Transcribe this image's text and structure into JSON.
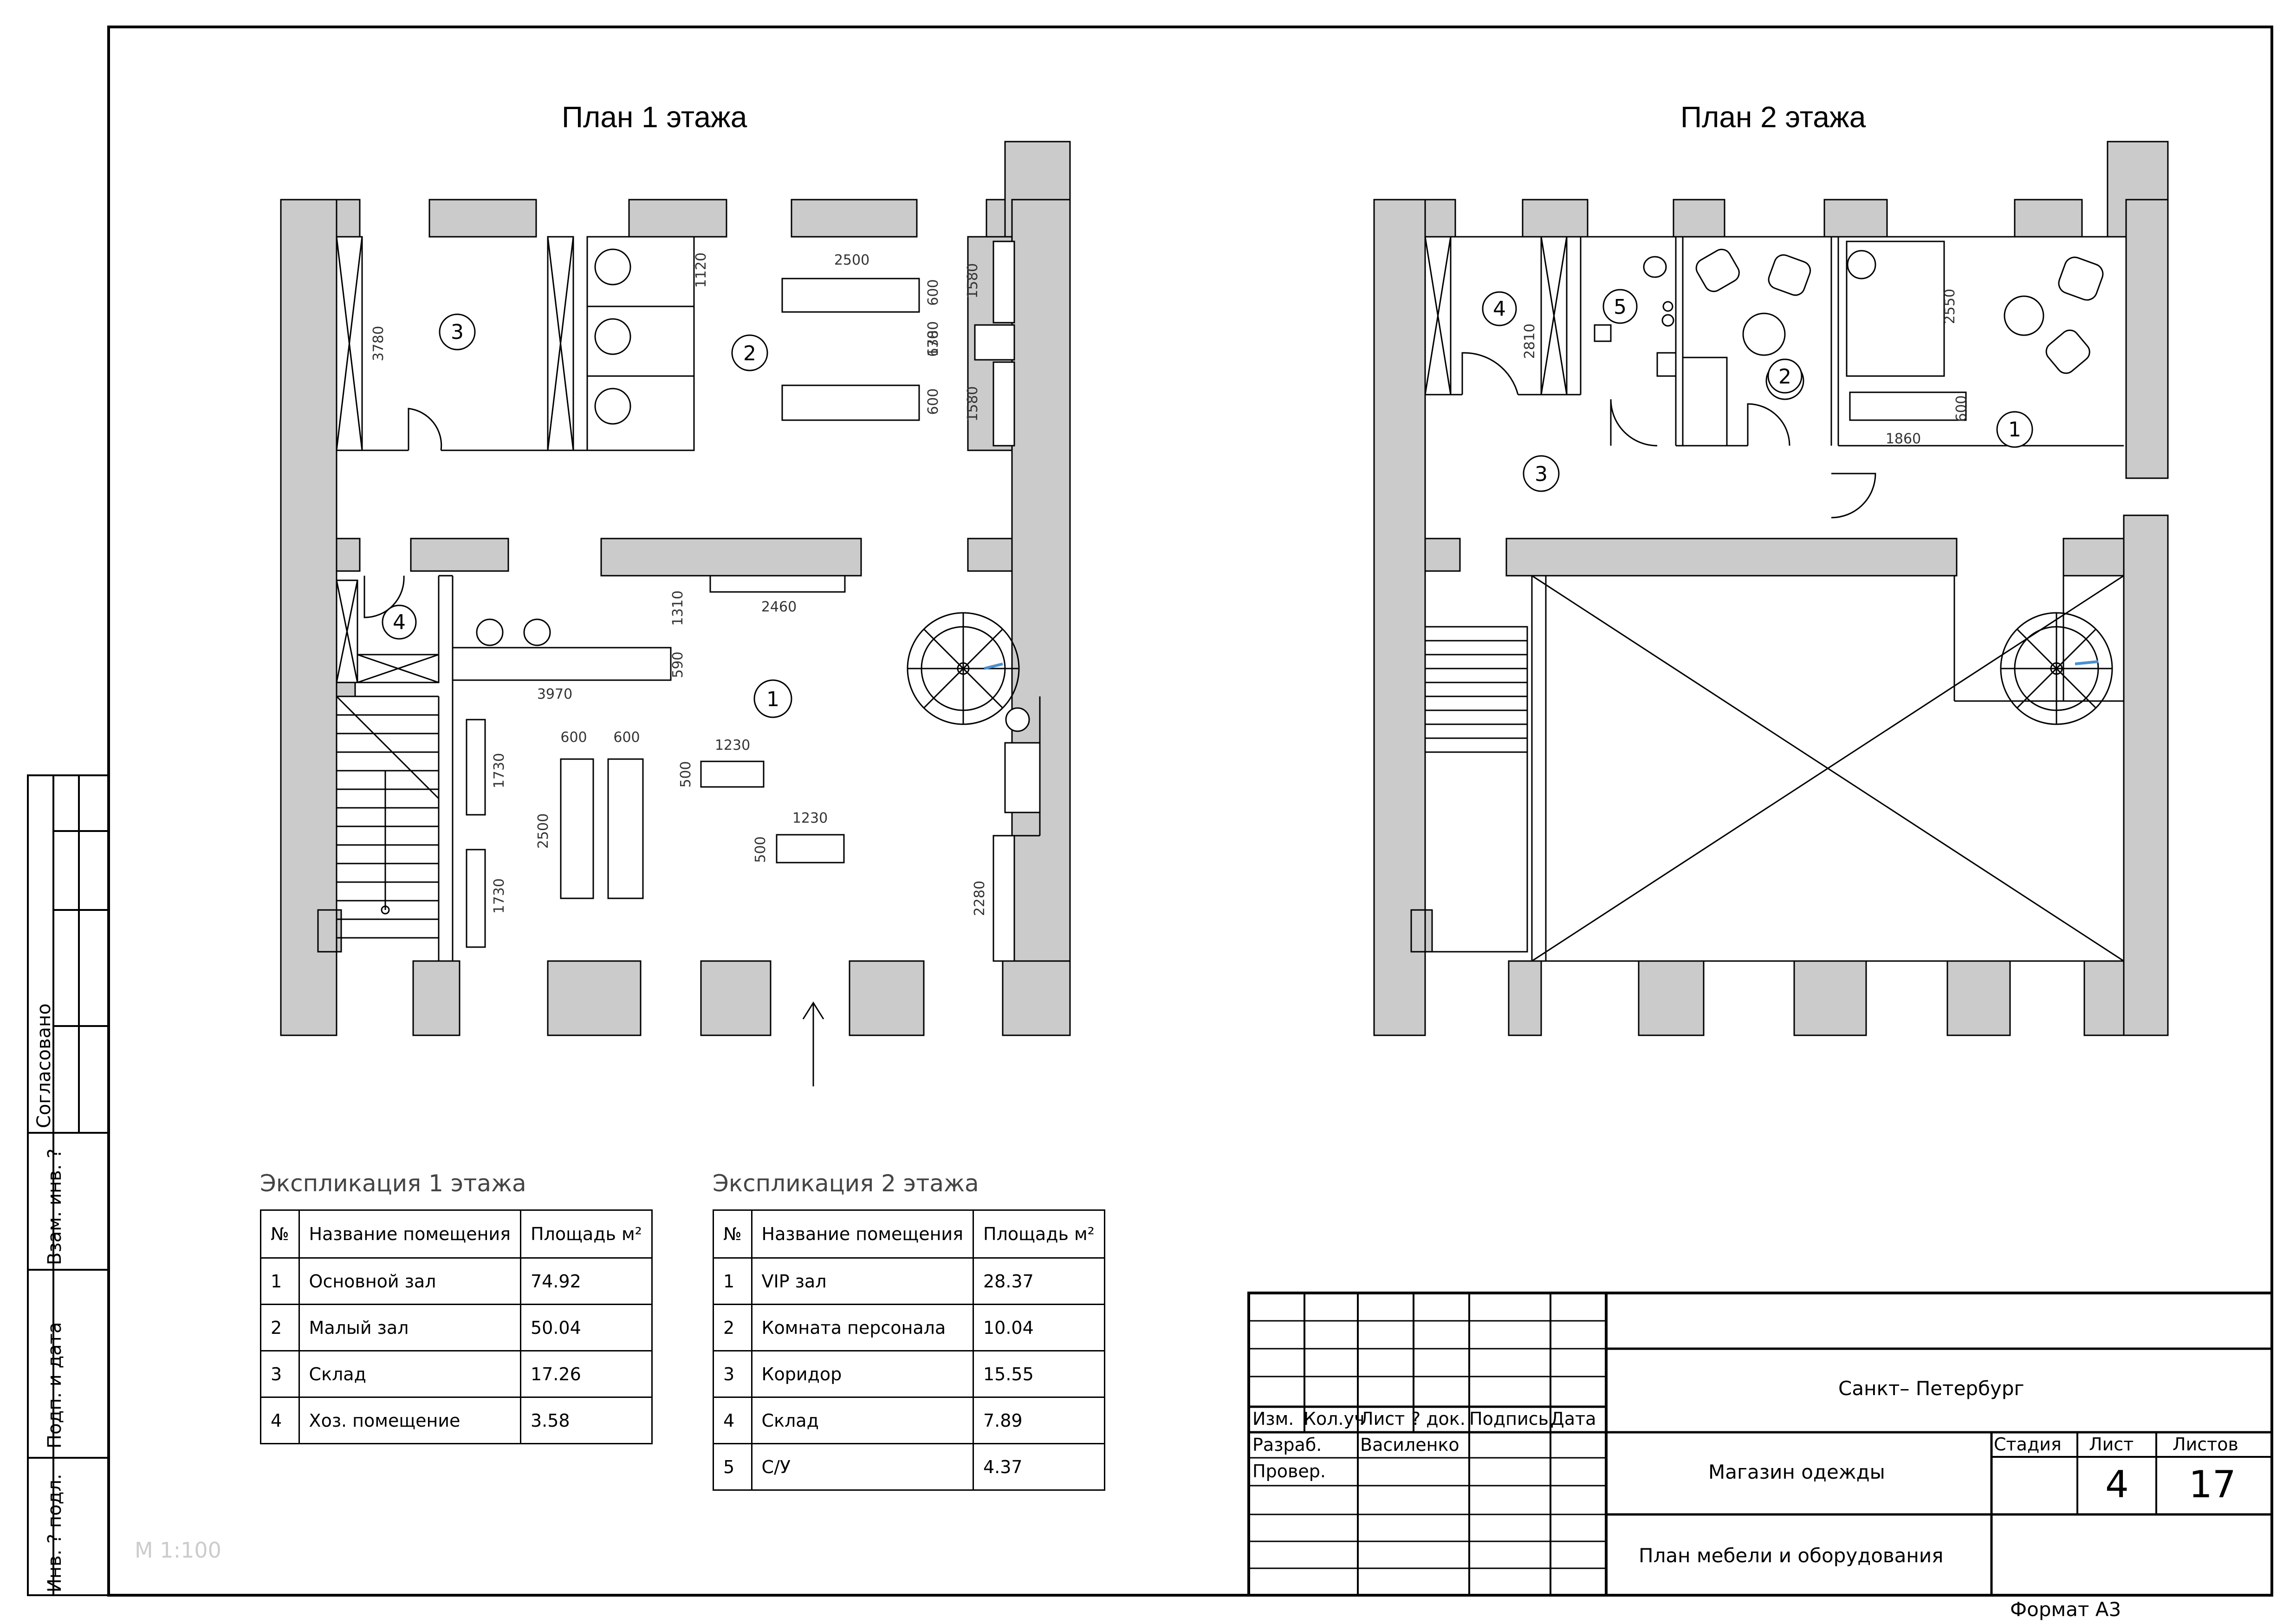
{
  "plans": {
    "floor1_title": "План 1 этажа",
    "floor2_title": "План 2 этажа"
  },
  "floor1": {
    "rooms": [
      "1",
      "2",
      "3",
      "4"
    ],
    "dims": {
      "d2500_top": "2500",
      "d1120": "1120",
      "d600a": "600",
      "d1380": "1380",
      "d670": "670",
      "d600b": "600",
      "d1580a": "1580",
      "d1580b": "1580",
      "d3780": "3780",
      "d1310": "1310",
      "d2460": "2460",
      "d590": "590",
      "d3970": "3970",
      "d1730a": "1730",
      "d1730b": "1730",
      "d2500_left": "2500",
      "d600c": "600",
      "d600d": "600",
      "d1230a": "1230",
      "d500a": "500",
      "d1230b": "1230",
      "d500b": "500",
      "d2280": "2280"
    }
  },
  "floor2": {
    "rooms": [
      "1",
      "2",
      "3",
      "4",
      "5"
    ],
    "dims": {
      "d2810": "2810",
      "d2550": "2550",
      "d600": "600",
      "d1860": "1860"
    }
  },
  "expl1": {
    "caption": "Экспликация 1 этажа",
    "headers": [
      "№",
      "Название помещения",
      "Площадь м²"
    ],
    "rows": [
      [
        "1",
        "Основной зал",
        "74.92"
      ],
      [
        "2",
        "Малый зал",
        "50.04"
      ],
      [
        "3",
        "Склад",
        "17.26"
      ],
      [
        "4",
        "Хоз. помещение",
        "3.58"
      ]
    ]
  },
  "expl2": {
    "caption": "Экспликация 2 этажа",
    "headers": [
      "№",
      "Название помещения",
      "Площадь м²"
    ],
    "rows": [
      [
        "1",
        "VIP зал",
        "28.37"
      ],
      [
        "2",
        "Комната персонала",
        "10.04"
      ],
      [
        "3",
        "Коридор",
        "15.55"
      ],
      [
        "4",
        "Склад",
        "7.89"
      ],
      [
        "5",
        "С/У",
        "4.37"
      ]
    ]
  },
  "titleblock": {
    "city": "Санкт– Петербург",
    "project": "Магазин одежды",
    "sheet_title": "План мебели и оборудования",
    "col_izm": "Изм.",
    "col_kolu": "Кол.уч",
    "col_list": "Лист",
    "col_doc": "? док.",
    "col_podpis": "Подпись",
    "col_data": "Дата",
    "razrab": "Разраб.",
    "author": "Василенко",
    "prover": "Провер.",
    "stadiya": "Стадия",
    "list_label": "Лист",
    "listov_label": "Листов",
    "sheet_no": "4",
    "sheets_total": "17",
    "format": "Формат А3"
  },
  "side_stamp": {
    "soglasovano": "Согласовано",
    "vzam": "Взам. инв. ?",
    "podp_data": "Подп. и дата",
    "inv_podl": "Инв. ? подл."
  },
  "scale": "М 1:100"
}
